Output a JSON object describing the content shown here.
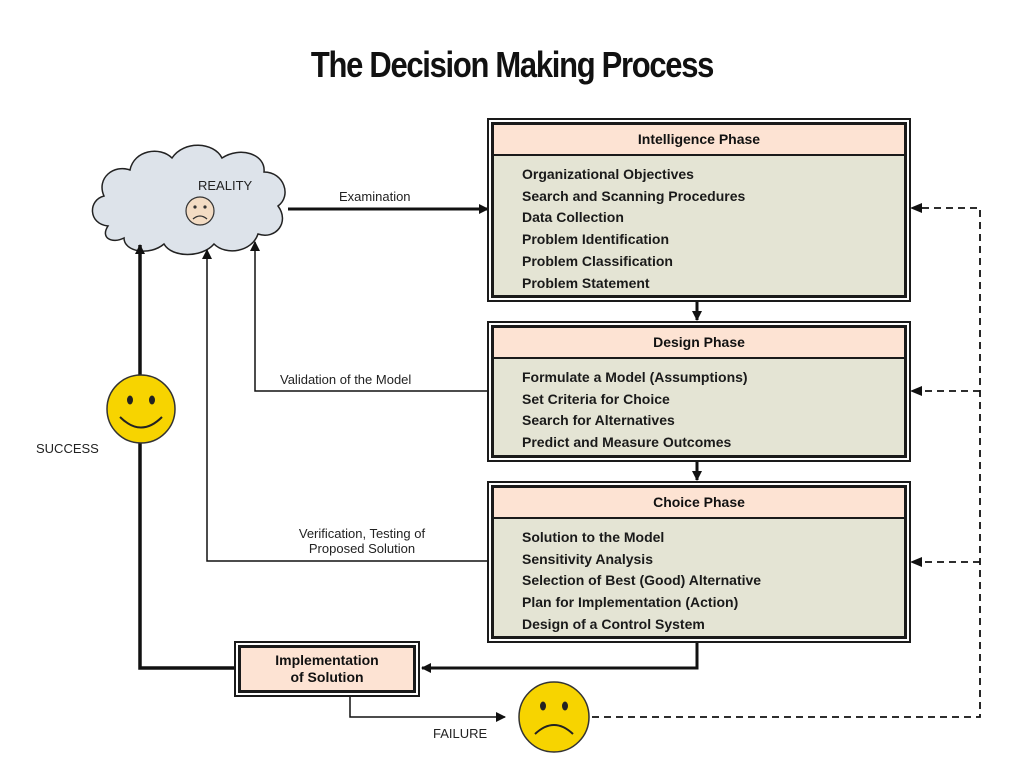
{
  "title": "The Decision Making Process",
  "reality": {
    "label": "REALITY"
  },
  "phases": [
    {
      "title": "Intelligence Phase",
      "items": [
        "Organizational Objectives",
        "Search and Scanning Procedures",
        "Data Collection",
        "Problem Identification",
        "Problem Classification",
        "Problem Statement"
      ]
    },
    {
      "title": "Design Phase",
      "items": [
        "Formulate a Model (Assumptions)",
        "Set Criteria for Choice",
        "Search for Alternatives",
        "Predict and Measure Outcomes"
      ]
    },
    {
      "title": "Choice Phase",
      "items": [
        "Solution to the Model",
        "Sensitivity Analysis",
        "Selection of Best (Good) Alternative",
        "Plan for Implementation (Action)",
        "Design of a Control System"
      ]
    }
  ],
  "implementation": {
    "line1": "Implementation",
    "line2": "of Solution"
  },
  "labels": {
    "examination": "Examination",
    "validation": "Validation of the Model",
    "verification_line1": "Verification, Testing of",
    "verification_line2": "Proposed Solution",
    "success": "SUCCESS",
    "failure": "FAILURE"
  },
  "colors": {
    "header_fill": "#fde3d3",
    "body_fill": "#e4e4d4",
    "smiley": "#f7d400"
  }
}
